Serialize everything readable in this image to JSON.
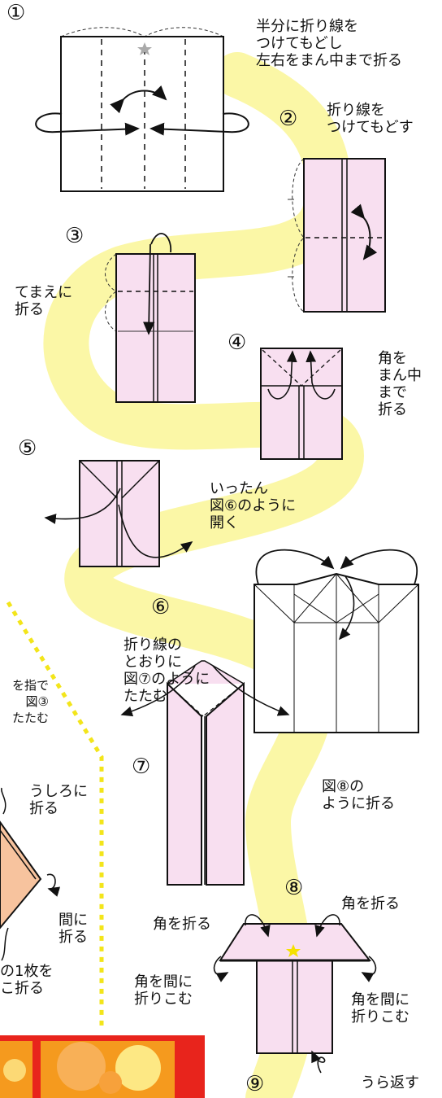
{
  "steps": {
    "s1": {
      "num": "①",
      "text": "半分に折り線を\nつけてもどし\n左右をまん中まで折る"
    },
    "s2": {
      "num": "②",
      "text": "折り線を\nつけてもどす"
    },
    "s3": {
      "num": "③",
      "text": "てまえに\n折る"
    },
    "s4": {
      "num": "④",
      "text": "角を\nまん中\nまで\n折る"
    },
    "s5": {
      "num": "⑤",
      "text": "いったん\n図⑥のように\n開く"
    },
    "s6": {
      "num": "⑥",
      "text": "折り線の\nとおりに\n図⑦のように\nたたむ"
    },
    "s7": {
      "num": "⑦",
      "text": "図⑧の\nように折る"
    },
    "s8": {
      "num": "⑧",
      "text_top": "角を折る",
      "text_left_top": "角を折る",
      "text_left_bottom": "角を間に\n折りこむ",
      "text_right_bottom": "角を間に\n折りこむ"
    },
    "s9": {
      "num": "⑨",
      "text": "うら返す"
    }
  },
  "left_panel": {
    "frag_1": "を指で\n図③\nたたむ",
    "frag_2": "うしろに\n折る",
    "frag_3": "間に\n折る",
    "frag_4": "の1枚を\nこ折る"
  },
  "colors": {
    "paper_pink": "#f8dff0",
    "paper_orange": "#f7c39e",
    "ribbon_yellow": "#fbf7a6",
    "dotted_yellow": "#f3e51a",
    "banner_orange": "#f59a1e",
    "banner_red": "#e8241c"
  }
}
